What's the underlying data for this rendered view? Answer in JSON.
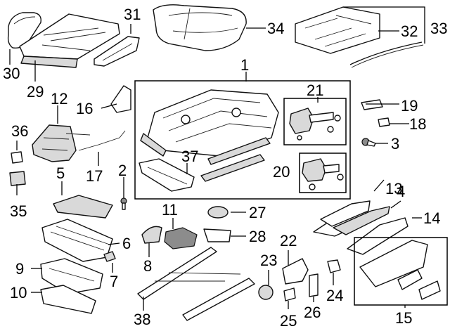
{
  "callouts": [
    {
      "id": "n1",
      "text": "1"
    },
    {
      "id": "n2",
      "text": "2"
    },
    {
      "id": "n3",
      "text": "3"
    },
    {
      "id": "n4",
      "text": "4"
    },
    {
      "id": "n5",
      "text": "5"
    },
    {
      "id": "n6",
      "text": "6"
    },
    {
      "id": "n7",
      "text": "7"
    },
    {
      "id": "n8",
      "text": "8"
    },
    {
      "id": "n9",
      "text": "9"
    },
    {
      "id": "n10",
      "text": "10"
    },
    {
      "id": "n11",
      "text": "11"
    },
    {
      "id": "n12",
      "text": "12"
    },
    {
      "id": "n13",
      "text": "13"
    },
    {
      "id": "n14",
      "text": "14"
    },
    {
      "id": "n15",
      "text": "15"
    },
    {
      "id": "n16",
      "text": "16"
    },
    {
      "id": "n17",
      "text": "17"
    },
    {
      "id": "n18",
      "text": "18"
    },
    {
      "id": "n19",
      "text": "19"
    },
    {
      "id": "n20",
      "text": "20"
    },
    {
      "id": "n21",
      "text": "21"
    },
    {
      "id": "n22",
      "text": "22"
    },
    {
      "id": "n23",
      "text": "23"
    },
    {
      "id": "n24",
      "text": "24"
    },
    {
      "id": "n25",
      "text": "25"
    },
    {
      "id": "n26",
      "text": "26"
    },
    {
      "id": "n27",
      "text": "27"
    },
    {
      "id": "n28",
      "text": "28"
    },
    {
      "id": "n29",
      "text": "29"
    },
    {
      "id": "n30",
      "text": "30"
    },
    {
      "id": "n31",
      "text": "31"
    },
    {
      "id": "n32",
      "text": "32"
    },
    {
      "id": "n33",
      "text": "33"
    },
    {
      "id": "n34",
      "text": "34"
    },
    {
      "id": "n35",
      "text": "35"
    },
    {
      "id": "n36",
      "text": "36"
    },
    {
      "id": "n37",
      "text": "37"
    },
    {
      "id": "n38",
      "text": "38"
    }
  ]
}
